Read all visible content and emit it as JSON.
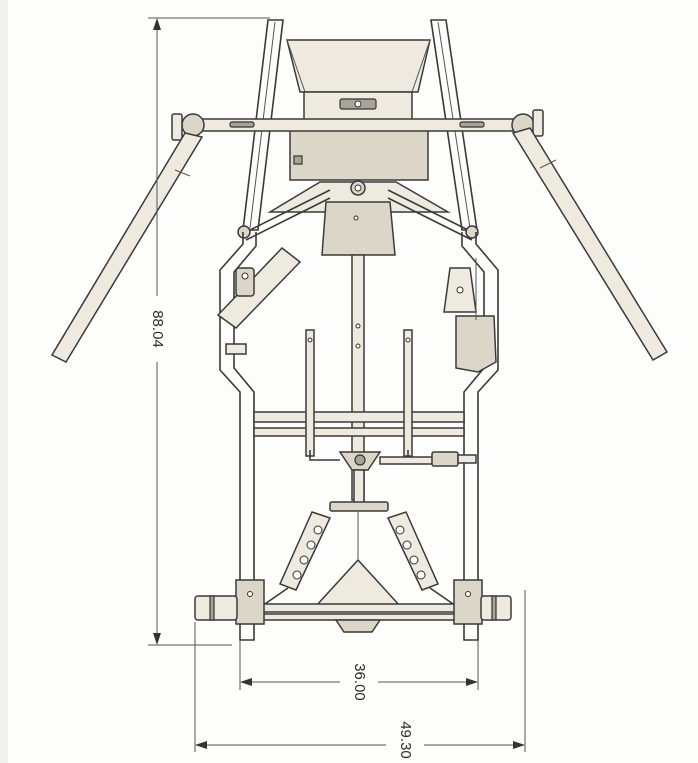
{
  "drawing": {
    "dimensions": {
      "overall_length": "88.04",
      "track_width": "36.00",
      "overall_width": "49.30"
    }
  }
}
